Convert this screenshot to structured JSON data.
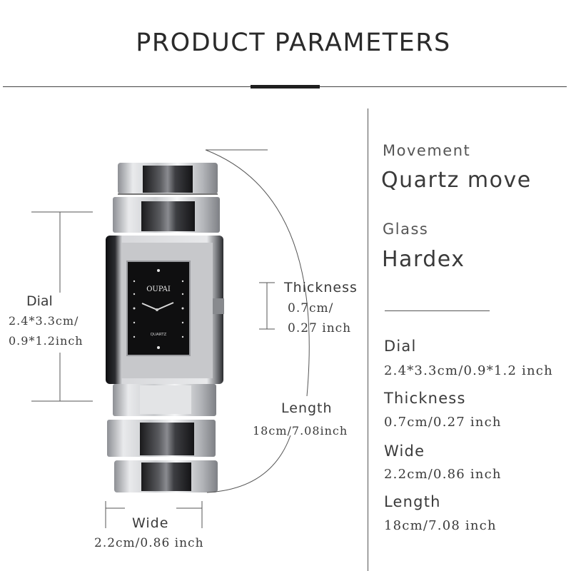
{
  "title": "PRODUCT PARAMETERS",
  "watch": {
    "brand": "OUPAI",
    "dial_text": "QUARTZ"
  },
  "left": {
    "dial_label": "Dial",
    "dial_value_1": "2.4*3.3cm/",
    "dial_value_2": "0.9*1.2inch",
    "thickness_label": "Thickness",
    "thickness_value_1": "0.7cm/",
    "thickness_value_2": "0.27 inch",
    "length_label": "Length",
    "length_value": "18cm/7.08inch",
    "wide_label": "Wide",
    "wide_value": "2.2cm/0.86 inch"
  },
  "right": {
    "movement_label": "Movement",
    "movement_value": "Quartz move",
    "glass_label": "Glass",
    "glass_value": "Hardex",
    "specs": [
      {
        "label": "Dial",
        "value": "2.4*3.3cm/0.9*1.2 inch"
      },
      {
        "label": "Thickness",
        "value": "0.7cm/0.27 inch"
      },
      {
        "label": "Wide",
        "value": "2.2cm/0.86 inch"
      },
      {
        "label": "Length",
        "value": "18cm/7.08 inch"
      }
    ]
  }
}
